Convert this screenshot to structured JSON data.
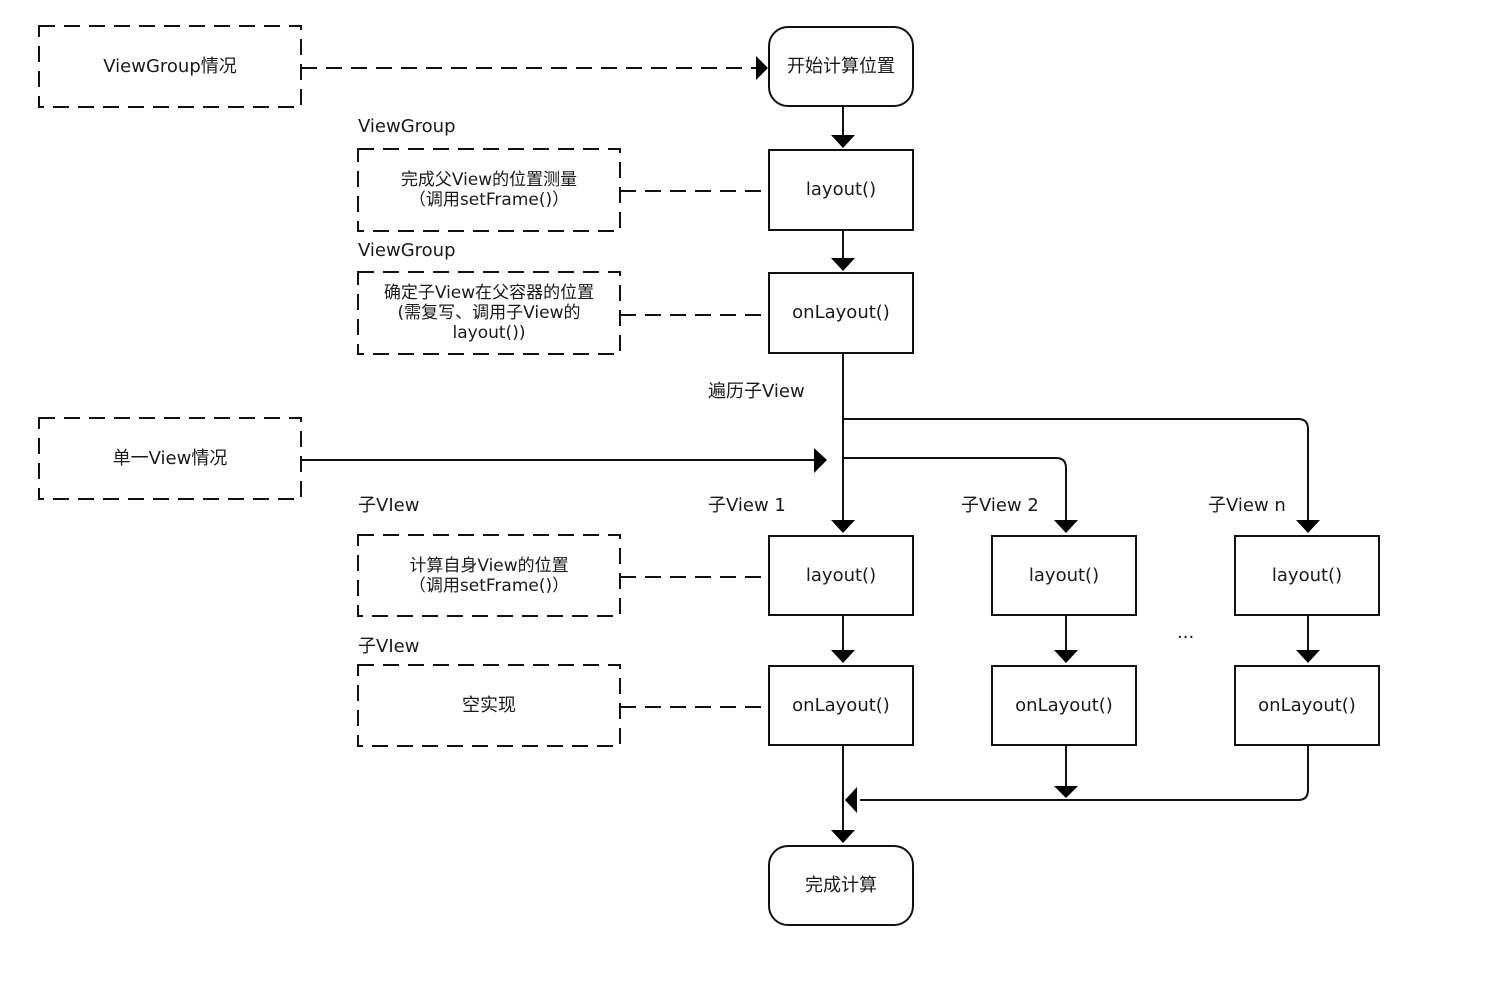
{
  "diagram": {
    "left_notes": {
      "viewgroup_case": "ViewGroup情况",
      "single_view_case": "单一View情况",
      "vg_layout_label": "ViewGroup",
      "vg_layout_note_line1": "完成父View的位置测量",
      "vg_layout_note_line2": "（调用setFrame()）",
      "vg_onlayout_label": "ViewGroup",
      "vg_onlayout_note_line1": "确定子View在父容器的位置",
      "vg_onlayout_note_line2": "(需复写、调用子View的",
      "vg_onlayout_note_line3": "layout())",
      "child_layout_label": "子VIew",
      "child_layout_note_line1": "计算自身View的位置",
      "child_layout_note_line2": "（调用setFrame()）",
      "child_onlayout_label": "子VIew",
      "child_onlayout_note": "空实现"
    },
    "main_flow": {
      "start": "开始计算位置",
      "layout": "layout()",
      "onlayout": "onLayout()",
      "traverse_label": "遍历子View",
      "end": "完成计算"
    },
    "children": [
      {
        "label": "子View 1",
        "layout": "layout()",
        "onlayout": "onLayout()"
      },
      {
        "label": "子View 2",
        "layout": "layout()",
        "onlayout": "onLayout()"
      },
      {
        "label": "子View n",
        "layout": "layout()",
        "onlayout": "onLayout()"
      }
    ],
    "ellipsis": "..."
  }
}
